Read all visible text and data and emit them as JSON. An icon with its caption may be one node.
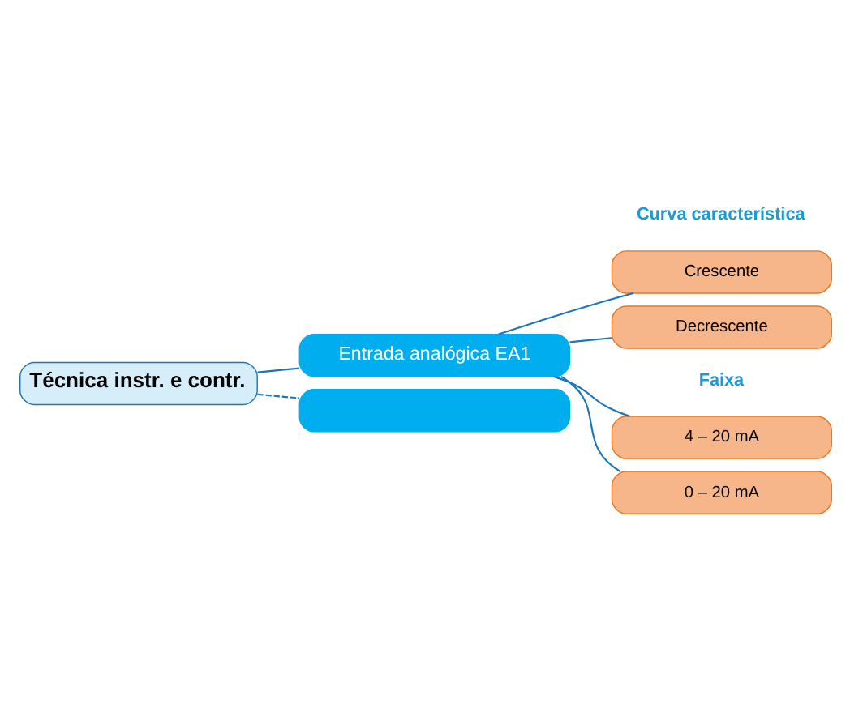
{
  "diagram": {
    "nodes": [
      {
        "text": [
          "Técnica instr. e contr."
        ]
      },
      {
        "text": [
          "Entrada analógica EA1"
        ]
      },
      {
        "text": [
          "Crescente"
        ]
      },
      {
        "text": [
          "Decrescente"
        ]
      },
      {
        "text": [
          "4 – 20 mA"
        ]
      },
      {
        "text": [
          "0 – 20 mA"
        ]
      },
      {
        "text": [],
        "shape": "box"
      }
    ],
    "edges": [
      {
        "from": 0,
        "to": 1,
        "arrow": "none"
      },
      {
        "from": 1,
        "to": 2,
        "arrow": "none"
      },
      {
        "from": 1,
        "to": 3,
        "arrow": "none"
      },
      {
        "from": 1,
        "to": 4,
        "arrow": "none"
      },
      {
        "from": 1,
        "to": 5,
        "arrow": "none"
      },
      {
        "from": 0,
        "to": 6,
        "arrow": "none",
        "style": "dashed"
      }
    ],
    "labels": [
      "Curva característica",
      "Faixa"
    ]
  }
}
